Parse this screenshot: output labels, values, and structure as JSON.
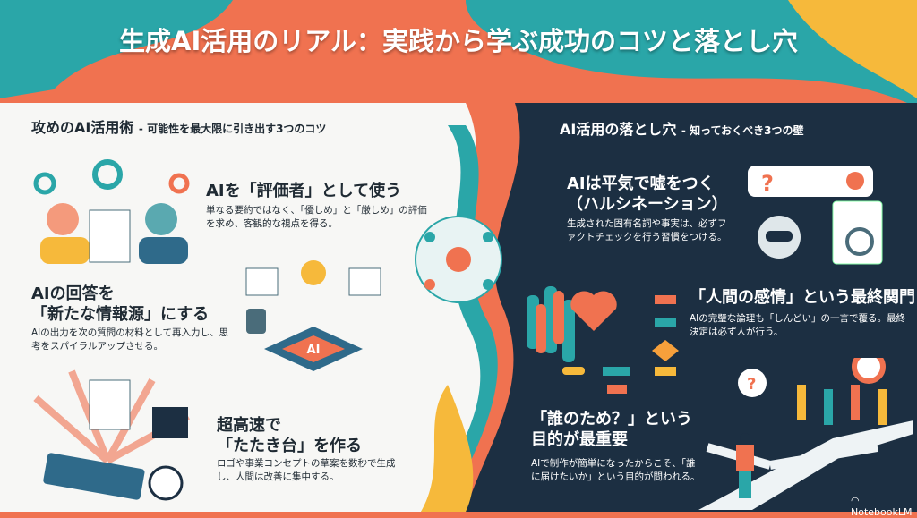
{
  "title": "生成AI活用のリアル：実践から学ぶ成功のコツと落とし穴",
  "left": {
    "heading": "攻めのAI活用術",
    "subheading": "- 可能性を最大限に引き出す3つのコツ",
    "items": [
      {
        "title": "AIを「評価者」として使う",
        "desc": "単なる要約ではなく、「優しめ」と「厳しめ」の評価を求め、客観的な視点を得る。"
      },
      {
        "title_1": "AIの回答を",
        "title_2": "「新たな情報源」にする",
        "desc": "AIの出力を次の質問の材料として再入力し、思考をスパイラルアップさせる。"
      },
      {
        "title_1": "超高速で",
        "title_2": "「たたき台」を作る",
        "desc": "ロゴや事業コンセプトの草案を数秒で生成し、人間は改善に集中する。"
      }
    ],
    "chip_label": "AI"
  },
  "right": {
    "heading": "AI活用の落とし穴",
    "subheading": "- 知っておくべき3つの壁",
    "items": [
      {
        "title_1": "AIは平気で嘘をつく",
        "title_2": "（ハルシネーション）",
        "desc": "生成された固有名詞や事実は、必ずファクトチェックを行う習慣をつける。"
      },
      {
        "title": "「人間の感情」という最終関門",
        "desc": "AIの完璧な論理も「しんどい」の一言で覆る。最終決定は必ず人が行う。"
      },
      {
        "title_1": "「誰のため？」という",
        "title_2": "目的が最重要",
        "desc": "AIで制作が簡単になったからこそ、「誰に届けたいか」という目的が問われる。"
      }
    ]
  },
  "branding": "NotebookLM",
  "colors": {
    "orange": "#f07250",
    "teal": "#2aa6a8",
    "navy": "#1c2f42",
    "yellow": "#f6b93b",
    "panel": "#f7f7f5"
  }
}
